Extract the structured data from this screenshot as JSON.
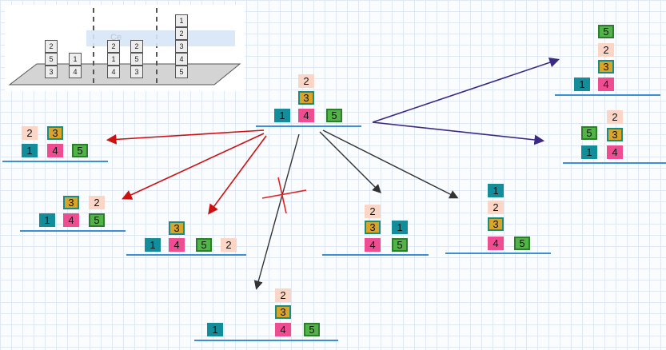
{
  "colors": {
    "c1": "#138d9a",
    "c2": "#fbd5c5",
    "c3": "#d9a42a",
    "c3_border": "#1d8c7d",
    "c4": "#ef4d92",
    "c5": "#52b447",
    "ground": "#3a8fd6",
    "red_arrow": "#cc1111",
    "gray_arrow": "#333333",
    "purple_arrow": "#3b2a84",
    "cross": "#e02222"
  },
  "thumbnail": {
    "faded_text": "Ce",
    "stacks": [
      [
        "3",
        "5",
        "2"
      ],
      [
        "4",
        "1"
      ],
      [
        "4",
        "1",
        "2"
      ],
      [
        "3",
        "5",
        "2"
      ],
      [
        "5",
        "4",
        "3",
        "2",
        "1"
      ]
    ]
  },
  "center": {
    "blocks": {
      "b1": "1",
      "b2": "2",
      "b3": "3",
      "b4": "4",
      "b5": "5"
    }
  },
  "left_top": {
    "blocks": {
      "b1": "1",
      "b2": "2",
      "b3": "3",
      "b4": "4",
      "b5": "5"
    }
  },
  "left_mid": {
    "blocks": {
      "b1": "1",
      "b2": "2",
      "b3": "3",
      "b4": "4",
      "b5": "5"
    }
  },
  "mid_low": {
    "blocks": {
      "b1": "1",
      "b2": "2",
      "b3": "3",
      "b4": "4",
      "b5": "5"
    }
  },
  "bottom": {
    "blocks": {
      "b1": "1",
      "b2": "2",
      "b3": "3",
      "b4": "4",
      "b5": "5"
    }
  },
  "mid_right": {
    "blocks": {
      "b1": "1",
      "b2": "2",
      "b3": "3",
      "b4": "4",
      "b5": "5"
    }
  },
  "right_low": {
    "blocks": {
      "b1": "1",
      "b2": "2",
      "b3": "3",
      "b4": "4",
      "b5": "5"
    }
  },
  "top_right": {
    "blocks": {
      "b1": "1",
      "b2": "2",
      "b3": "3",
      "b4": "4",
      "b5": "5"
    }
  },
  "right_mid": {
    "blocks": {
      "b1": "1",
      "b2": "2",
      "b3": "3",
      "b4": "4",
      "b5": "5"
    }
  }
}
